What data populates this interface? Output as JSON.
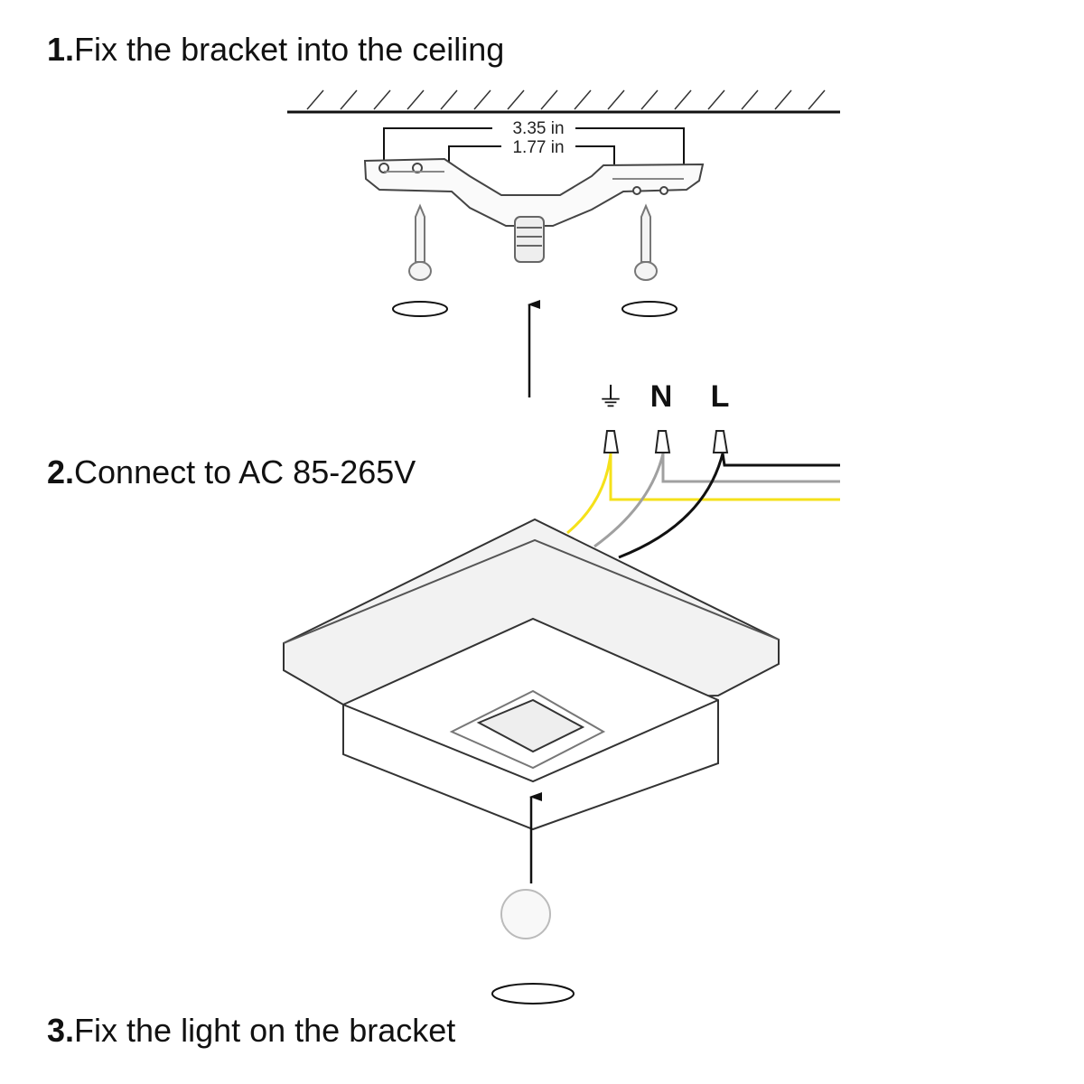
{
  "steps": [
    {
      "number": "1.",
      "text": "Fix the bracket into the ceiling"
    },
    {
      "number": "2.",
      "text": "Connect to AC 85-265V"
    },
    {
      "number": "3.",
      "text": "Fix the light on the bracket"
    }
  ],
  "dimensions": {
    "outer": "3.35 in",
    "inner": "1.77 in"
  },
  "wire_labels": {
    "ground": "⏚",
    "neutral": "N",
    "live": "L"
  },
  "wire_colors": {
    "ground": "#f5e11a",
    "neutral": "#a0a0a0",
    "live": "#111111"
  }
}
